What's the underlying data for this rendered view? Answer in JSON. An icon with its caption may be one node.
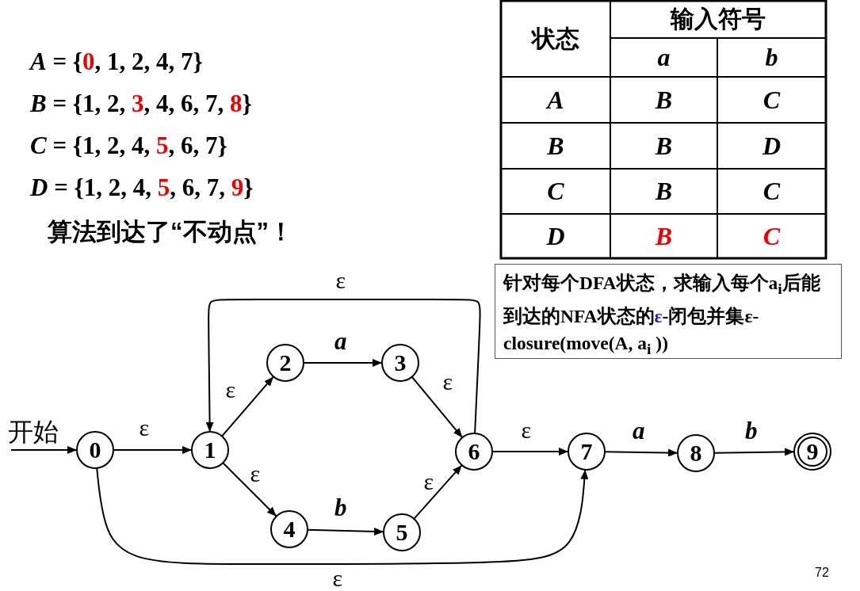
{
  "diagram": {
    "nodes": [
      {
        "text": [
          "开始"
        ]
      },
      {
        "text": [
          "0"
        ]
      },
      {
        "text": [
          "1"
        ]
      },
      {
        "text": [
          "2"
        ]
      },
      {
        "text": [
          "3"
        ]
      },
      {
        "text": [
          "4"
        ]
      },
      {
        "text": [
          "5"
        ]
      },
      {
        "text": [
          "6"
        ]
      },
      {
        "text": [
          "7"
        ]
      },
      {
        "text": [
          "8"
        ]
      },
      {
        "text": [
          "9"
        ]
      },
      {
        "text": [
          "针对每个DFA状态，求输入每个a$_{i}$后能到达的NFA状态的**ε**-闭包并集ε-closure(move(A, a$_{i}$ ))"
        ]
      }
    ],
    "edges": [
      {
        "from": 0,
        "to": 1,
        "arrow": "to"
      },
      {
        "from": 1,
        "to": 2,
        "arrow": "to",
        "label": "ε"
      },
      {
        "from": 2,
        "to": 3,
        "arrow": "to",
        "label": "ε"
      },
      {
        "from": 2,
        "to": 5,
        "arrow": "to",
        "label": "ε"
      },
      {
        "from": 3,
        "to": 4,
        "arrow": "to",
        "label": "a"
      },
      {
        "from": 5,
        "to": 6,
        "arrow": "to",
        "label": "b"
      },
      {
        "from": 4,
        "to": 7,
        "arrow": "to",
        "label": "ε"
      },
      {
        "from": 6,
        "to": 7,
        "arrow": "to",
        "label": "ε"
      },
      {
        "from": 7,
        "to": 8,
        "arrow": "to",
        "label": "ε"
      },
      {
        "from": 7,
        "to": 2,
        "arrow": "to",
        "label": "ε"
      },
      {
        "from": 1,
        "to": 8,
        "arrow": "to",
        "label": "ε"
      },
      {
        "from": 8,
        "to": 9,
        "arrow": "to",
        "label": "a"
      },
      {
        "from": 9,
        "to": 10,
        "arrow": "to",
        "label": "b"
      }
    ],
    "labels": [
      "*A* = {**0**, 1, 2, 4, 7}",
      "*B* = {1, 2, **3**, 4, 6, 7, **8**}",
      "*C* = {1, 2, 4, **5**, 6, 7}",
      "*D* = {1, 2, 4, **5**, 6, 7, **9**}",
      "算法到达了“不动点”！",
      "状态",
      "输入符号",
      "a",
      "b",
      "A",
      "B",
      "C",
      "B",
      "B",
      "D",
      "C",
      "B",
      "C",
      "D",
      "B",
      "C",
      "72"
    ]
  }
}
